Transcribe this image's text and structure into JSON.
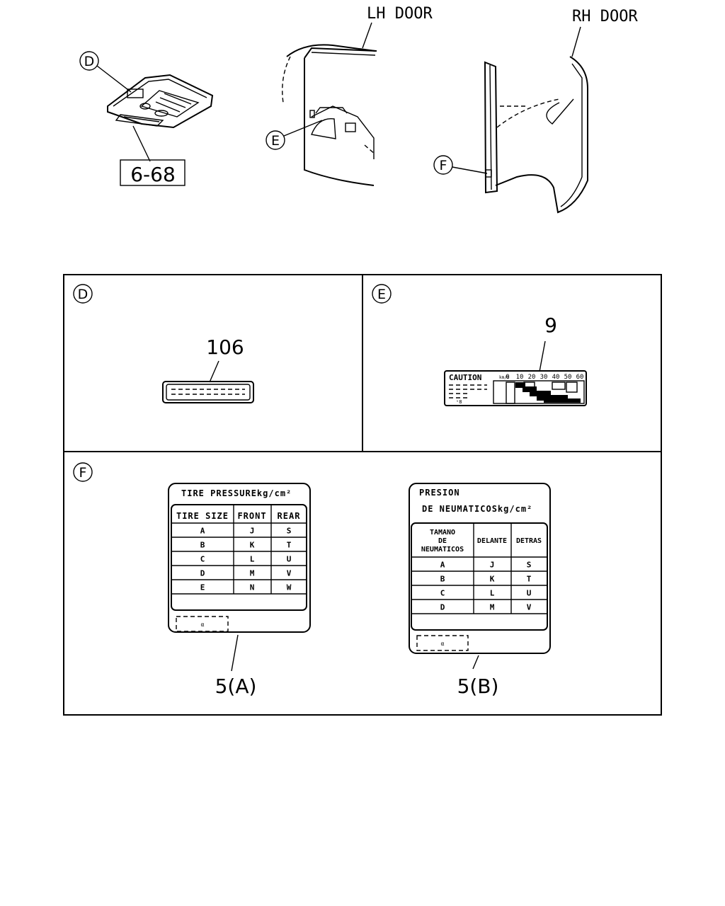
{
  "views": {
    "lh_door": "LH DOOR",
    "rh_door": "RH DOOR"
  },
  "callouts": {
    "D": "D",
    "E": "E",
    "F": "F",
    "ref": "6-68"
  },
  "panels": {
    "D": {
      "letter": "D",
      "part": "106"
    },
    "E": {
      "letter": "E",
      "part": "9",
      "label_title": "CAUTION",
      "scale": [
        "0",
        "10",
        "20",
        "30",
        "40",
        "50",
        "60"
      ]
    },
    "F": {
      "letter": "F",
      "label_a": {
        "part": "5(A)",
        "title": "TIRE PRESSUREkg/cm²",
        "headers": [
          "TIRE SIZE",
          "FRONT",
          "REAR"
        ],
        "rows": [
          [
            "A",
            "J",
            "S"
          ],
          [
            "B",
            "K",
            "T"
          ],
          [
            "C",
            "L",
            "U"
          ],
          [
            "D",
            "M",
            "V"
          ],
          [
            "E",
            "N",
            "W"
          ]
        ]
      },
      "label_b": {
        "part": "5(B)",
        "title1": "PRESION",
        "title2": "DE NEUMATICOSkg/cm²",
        "headers": [
          "TAMANO",
          "DE",
          "NEUMATICOS",
          "DELANTE",
          "DETRAS"
        ],
        "rows": [
          [
            "A",
            "J",
            "S"
          ],
          [
            "B",
            "K",
            "T"
          ],
          [
            "C",
            "L",
            "U"
          ],
          [
            "D",
            "M",
            "V"
          ]
        ]
      }
    }
  }
}
